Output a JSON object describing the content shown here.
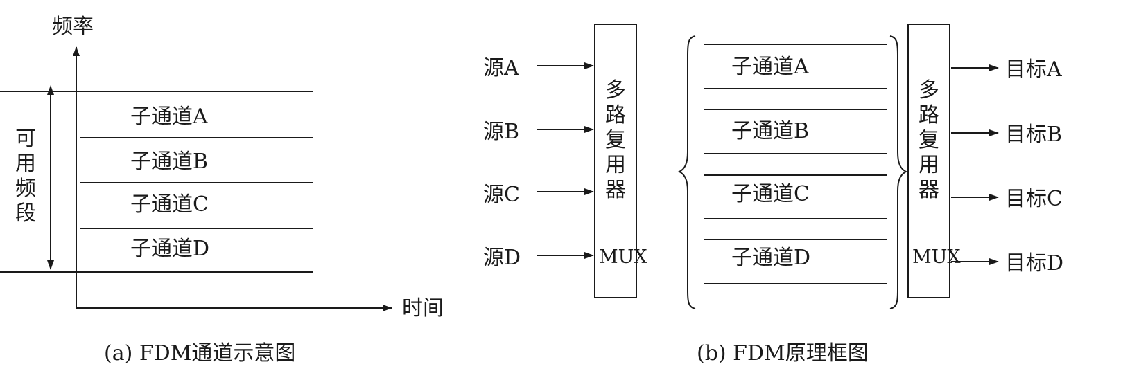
{
  "panel_a": {
    "y_axis_label": "频率",
    "x_axis_label": "时间",
    "band_label_chars": [
      "可",
      "用",
      "频",
      "段"
    ],
    "band_label": "可用频段",
    "subchannels": [
      "子通道A",
      "子通道B",
      "子通道C",
      "子通道D"
    ],
    "caption": "(a) FDM通道示意图"
  },
  "panel_b": {
    "sources": [
      "源A",
      "源B",
      "源C",
      "源D"
    ],
    "targets": [
      "目标A",
      "目标B",
      "目标C",
      "目标D"
    ],
    "mux_left": {
      "label_chars": [
        "多",
        "路",
        "复",
        "用",
        "器"
      ],
      "label": "多路复用器",
      "abbr": "MUX"
    },
    "mux_right": {
      "label_chars": [
        "多",
        "路",
        "复",
        "用",
        "器"
      ],
      "label": "多路复用器",
      "abbr": "MUX"
    },
    "subchannels": [
      "子通道A",
      "子通道B",
      "子通道C",
      "子通道D"
    ],
    "caption": "(b) FDM原理框图"
  }
}
